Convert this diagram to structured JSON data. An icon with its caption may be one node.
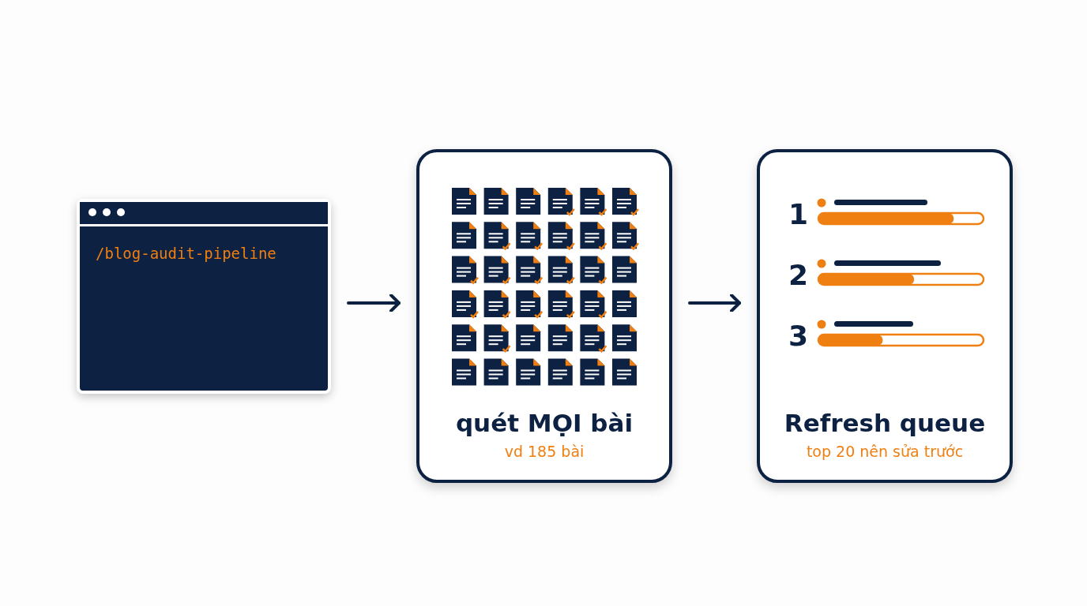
{
  "diagram": {
    "nodes": [
      {
        "text": [
          "/blog-audit-pipeline"
        ]
      },
      {
        "text": [
          "quét MỌI bài",
          "vd 185 bài"
        ]
      },
      {
        "text": [
          "Refresh queue",
          "top 20 nên sửa trước"
        ]
      }
    ],
    "edges": [
      {
        "from": 0,
        "to": 1,
        "arrow": "to"
      },
      {
        "from": 1,
        "to": 2,
        "arrow": "to"
      }
    ],
    "labels": [
      "1",
      "2",
      "3"
    ]
  }
}
